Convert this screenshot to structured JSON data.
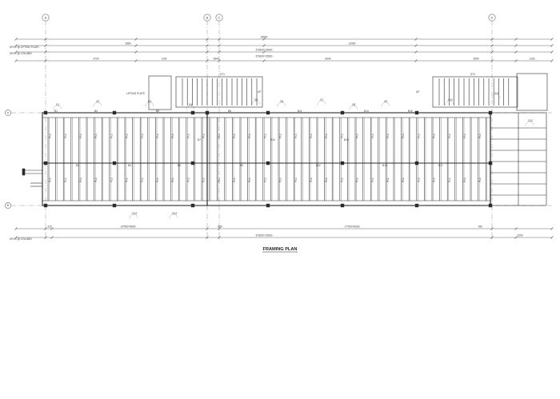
{
  "drawing": {
    "title": "FRAMING PLAN",
    "grid_labels": [
      "A",
      "B",
      "C",
      "D"
    ],
    "row_labels_left": [
      "A",
      "B"
    ],
    "dim_labels": {
      "top_overall": "15600",
      "top_left": "3580",
      "top_right": "12050",
      "lifting_plate_row": "SPCS @ LIFTING PLATE",
      "column_row": "SPCS @ COLUMN",
      "bottom_column_row": "SPCS @ COLUMN",
      "top_sub": [
        "3720",
        "1130",
        "2840",
        "6040",
        "2840",
        "1130"
      ],
      "bottom_sub": [
        "315",
        "14*560=5600",
        "850",
        "17*600=8250",
        "780",
        "2200"
      ],
      "bottom_overall": "6*2600=15600"
    },
    "callouts": [
      "LIFTING PLATE",
      "UP",
      "UP"
    ],
    "beam_tags": [
      "B1",
      "B2",
      "B3",
      "B4",
      "B5",
      "B6",
      "B7",
      "B8",
      "B9",
      "B10",
      "B11",
      "B12",
      "B13",
      "B14",
      "B15",
      "B16",
      "B17"
    ],
    "joist_tag": "PL1",
    "girder_tags": [
      "G1",
      "G2",
      "G3",
      "G4",
      "G5",
      "G6",
      "G7",
      "G8",
      "G9",
      "G10",
      "G11",
      "G12",
      "G13",
      "G14"
    ],
    "stair_tags": [
      "ST1",
      "ST2"
    ],
    "colors": {
      "line": "#2b2b2b",
      "grid": "#8a8a8a",
      "background": "#ffffff"
    }
  }
}
